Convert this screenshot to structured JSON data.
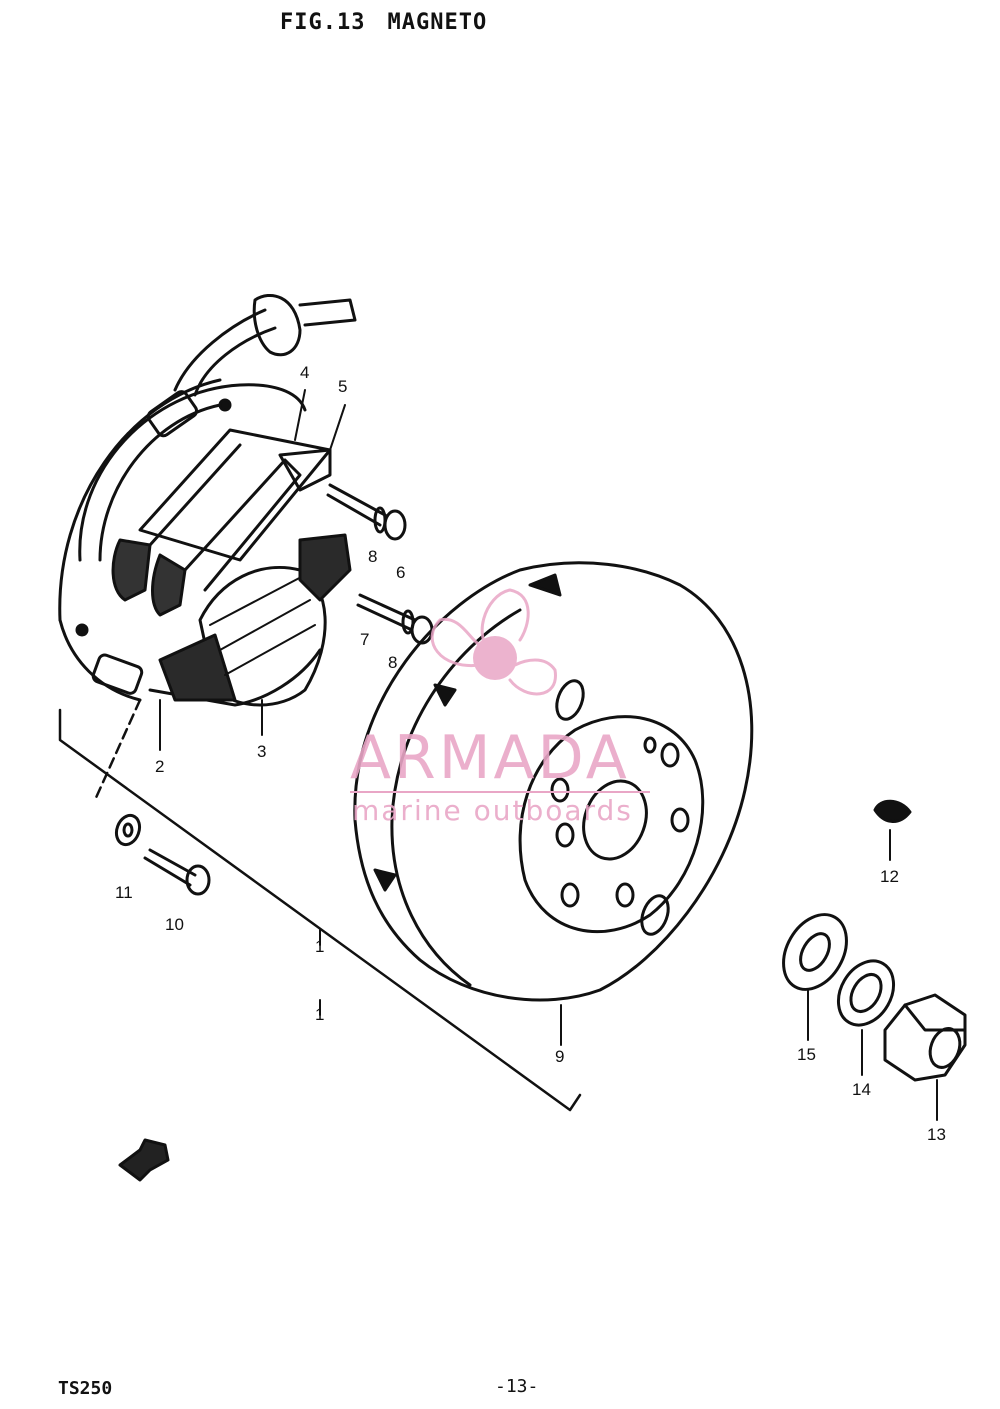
{
  "header": {
    "fig": "FIG.13",
    "name": "MAGNETO"
  },
  "footer": {
    "model": "TS250",
    "page": "-13-"
  },
  "callouts": [
    {
      "id": "c1a",
      "label": "1"
    },
    {
      "id": "c1b",
      "label": "1"
    },
    {
      "id": "c2",
      "label": "2"
    },
    {
      "id": "c3",
      "label": "3"
    },
    {
      "id": "c4",
      "label": "4"
    },
    {
      "id": "c5",
      "label": "5"
    },
    {
      "id": "c6",
      "label": "6"
    },
    {
      "id": "c7",
      "label": "7"
    },
    {
      "id": "c8a",
      "label": "8"
    },
    {
      "id": "c8b",
      "label": "8"
    },
    {
      "id": "c9",
      "label": "9"
    },
    {
      "id": "c10",
      "label": "10"
    },
    {
      "id": "c11",
      "label": "11"
    },
    {
      "id": "c12",
      "label": "12"
    },
    {
      "id": "c13",
      "label": "13"
    },
    {
      "id": "c14",
      "label": "14"
    },
    {
      "id": "c15",
      "label": "15"
    }
  ],
  "watermark": {
    "brand": "ARMADA",
    "tagline": "marine outboards",
    "color": "#e9a6c6"
  },
  "direction_arrow": {
    "icon": "front-direction-arrow-icon"
  }
}
